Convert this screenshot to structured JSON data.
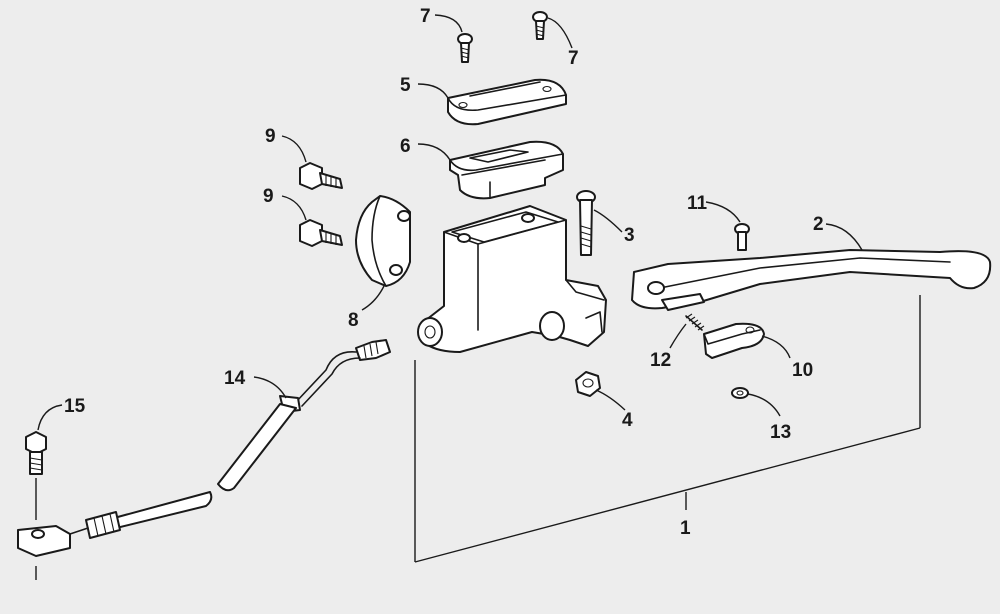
{
  "diagram": {
    "callouts": [
      {
        "id": "c1",
        "label": "1"
      },
      {
        "id": "c2",
        "label": "2"
      },
      {
        "id": "c3",
        "label": "3"
      },
      {
        "id": "c4",
        "label": "4"
      },
      {
        "id": "c5",
        "label": "5"
      },
      {
        "id": "c6",
        "label": "6"
      },
      {
        "id": "c7a",
        "label": "7"
      },
      {
        "id": "c7b",
        "label": "7"
      },
      {
        "id": "c8",
        "label": "8"
      },
      {
        "id": "c9a",
        "label": "9"
      },
      {
        "id": "c9b",
        "label": "9"
      },
      {
        "id": "c10",
        "label": "10"
      },
      {
        "id": "c11",
        "label": "11"
      },
      {
        "id": "c12",
        "label": "12"
      },
      {
        "id": "c13",
        "label": "13"
      },
      {
        "id": "c14",
        "label": "14"
      },
      {
        "id": "c15",
        "label": "15"
      }
    ],
    "colors": {
      "background": "#ededed",
      "line": "#1a1a1a",
      "part_fill": "#ffffff"
    }
  }
}
